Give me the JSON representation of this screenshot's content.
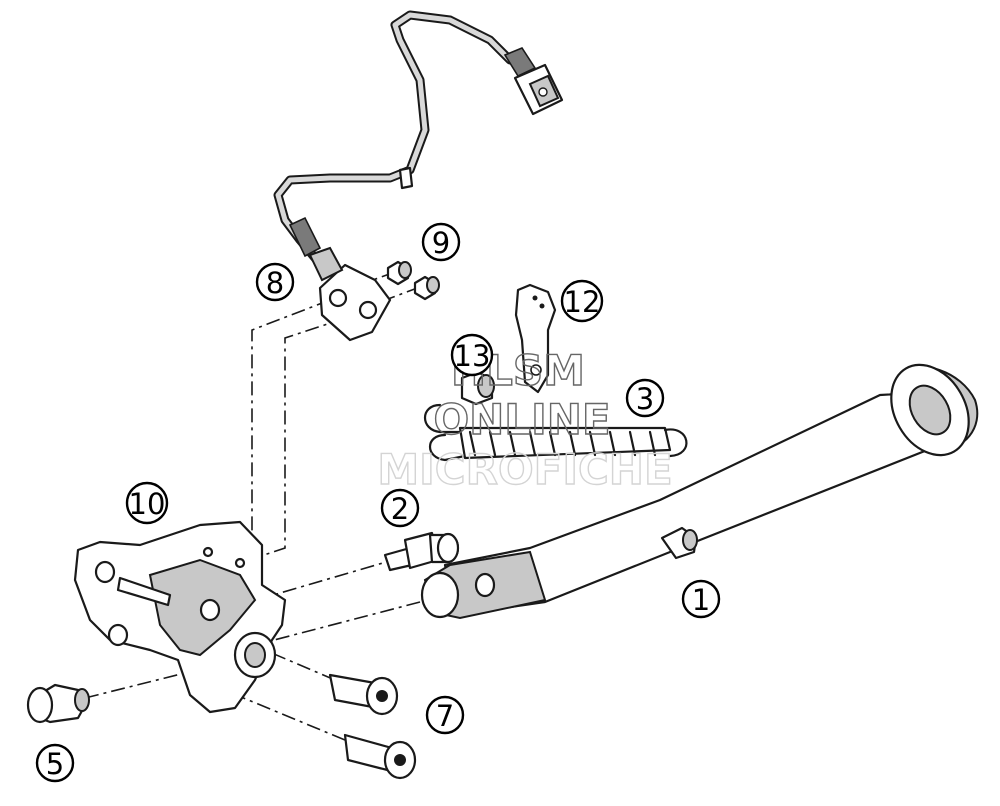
{
  "callouts": [
    {
      "id": "part-1",
      "label": "1"
    },
    {
      "id": "part-2",
      "label": "2"
    },
    {
      "id": "part-3",
      "label": "3"
    },
    {
      "id": "part-5",
      "label": "5"
    },
    {
      "id": "part-7",
      "label": "7"
    },
    {
      "id": "part-8",
      "label": "8"
    },
    {
      "id": "part-9",
      "label": "9"
    },
    {
      "id": "part-10",
      "label": "10"
    },
    {
      "id": "part-12",
      "label": "12"
    },
    {
      "id": "part-13",
      "label": "13"
    }
  ],
  "watermark": {
    "line1": "HLSM",
    "line2": "ONLINE",
    "line3": "MICROFICHE"
  },
  "colors": {
    "line": "#1a1a1a",
    "shade": "#c8c8c8",
    "watermark_dark": "#666666",
    "watermark_light": "#d4d4d4"
  }
}
